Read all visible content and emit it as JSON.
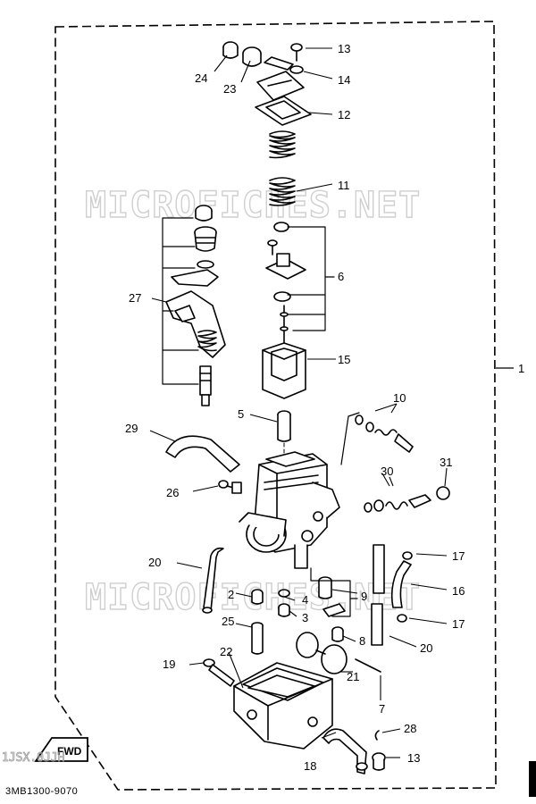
{
  "diagram": {
    "watermark": "MICROFICHES.NET",
    "part_number": "3MB1300-9070",
    "assembly_ref": "1",
    "fwd_label": "FWD",
    "side_code": "1JSX.0JJH",
    "callouts": {
      "c2": "2",
      "c3": "3",
      "c4": "4",
      "c5": "5",
      "c6": "6",
      "c7": "7",
      "c8": "8",
      "c9": "9",
      "c10": "10",
      "c11": "11",
      "c12": "12",
      "c13a": "13",
      "c13b": "13",
      "c14": "14",
      "c15": "15",
      "c16": "16",
      "c17a": "17",
      "c17b": "17",
      "c18": "18",
      "c19": "19",
      "c20a": "20",
      "c20b": "20",
      "c21": "21",
      "c22": "22",
      "c23": "23",
      "c24": "24",
      "c25": "25",
      "c26": "26",
      "c27": "27",
      "c28": "28",
      "c29": "29",
      "c30": "30",
      "c31": "31"
    }
  }
}
